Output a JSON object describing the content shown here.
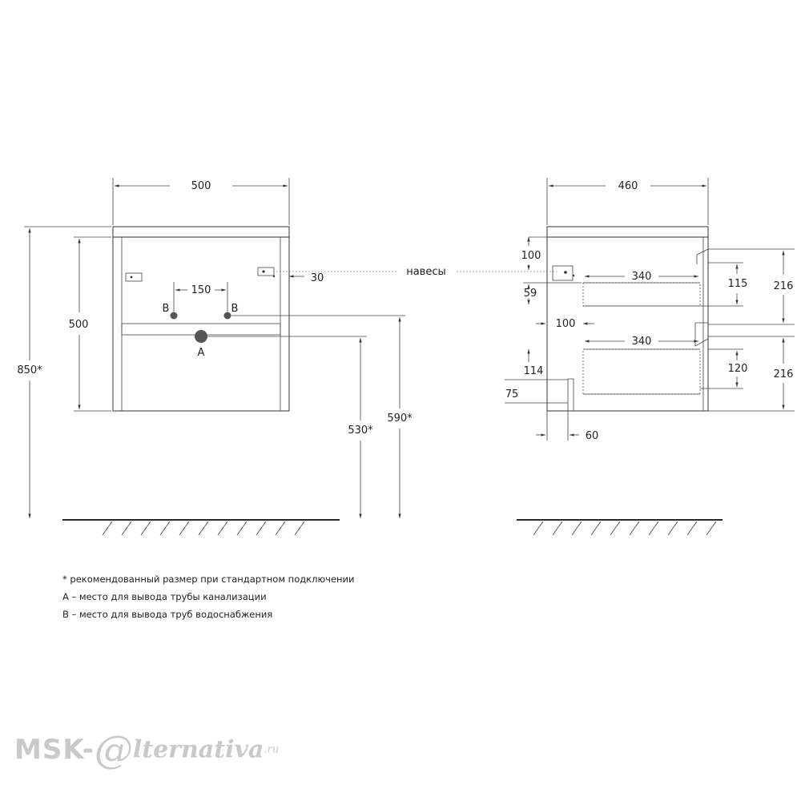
{
  "front_view": {
    "width": "500",
    "body_height": "500",
    "total_height": "850*",
    "hook_offset": "30",
    "pipe_spacing": "150",
    "water_label_left": "B",
    "water_label_right": "B",
    "sewer_label": "A",
    "sewer_height": "530*",
    "water_height": "590*"
  },
  "side_view": {
    "depth": "460",
    "hooks_label": "навесы",
    "hook_drop": "100",
    "upper_drawer_depth": "340",
    "upper_drawer_height": "115",
    "upper_section": "216",
    "upper_drawer_top": "59",
    "middle_gap": "100",
    "lower_drawer_depth": "340",
    "lower_drawer_height": "120",
    "lower_section": "216",
    "lower_left_1": "114",
    "lower_left_2": "75",
    "back_offset": "60"
  },
  "notes": [
    "* рекомендованный размер при стандартном подключении",
    "А – место для вывода трубы канализации",
    "В – место для вывода труб водоснабжения"
  ],
  "logo": {
    "part1": "MSK-",
    "at": "@",
    "part2": "lternativa",
    "tld": ".ru"
  },
  "colors": {
    "lines": "#333333",
    "logo": "#c9c9c9",
    "pipe_marks": "#555555"
  }
}
